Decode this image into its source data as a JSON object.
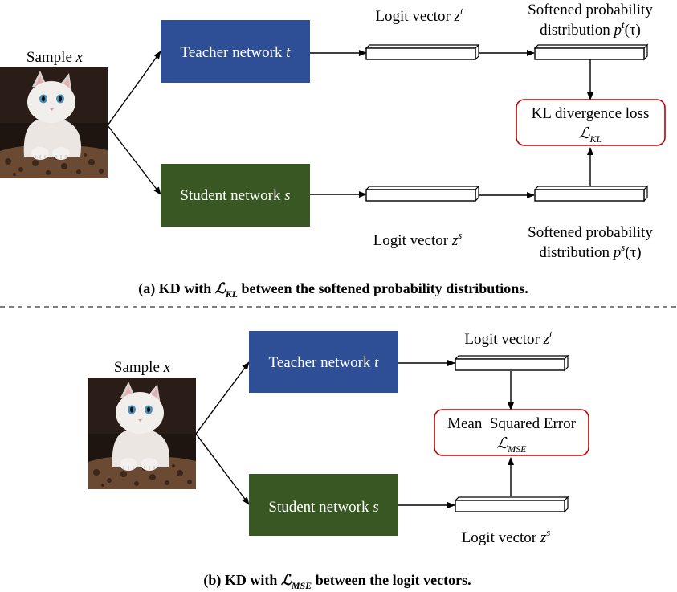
{
  "colors": {
    "teacher": "#2e4f96",
    "student": "#385723",
    "loss_border": "#c00000",
    "line": "#000000"
  },
  "panel_a": {
    "sample_label": "Sample",
    "sample_var": "x",
    "image_icon": "kitten-photo",
    "teacher_label": "Teacher network",
    "teacher_var": "t",
    "student_label": "Student network",
    "student_var": "s",
    "teacher_logit_label": "Logit vector",
    "teacher_logit_var": "z",
    "teacher_logit_sup": "t",
    "student_logit_label": "Logit vector",
    "student_logit_var": "z",
    "student_logit_sup": "s",
    "teacher_soft_line1": "Softened probability",
    "teacher_soft_line2": "distribution",
    "teacher_soft_var": "p",
    "teacher_soft_sup": "t",
    "teacher_soft_arg": "(τ)",
    "student_soft_line1": "Softened probability",
    "student_soft_line2": "distribution",
    "student_soft_var": "p",
    "student_soft_sup": "s",
    "student_soft_arg": "(τ)",
    "loss_line1": "KL divergence loss",
    "loss_symbol": "ℒ",
    "loss_sub": "KL",
    "caption_pre": "(a) KD with",
    "caption_symbol": "ℒ",
    "caption_sub": "KL",
    "caption_post": "between the softened probability distributions."
  },
  "panel_b": {
    "sample_label": "Sample",
    "sample_var": "x",
    "image_icon": "kitten-photo",
    "teacher_label": "Teacher network",
    "teacher_var": "t",
    "student_label": "Student network",
    "student_var": "s",
    "teacher_logit_label": "Logit vector",
    "teacher_logit_var": "z",
    "teacher_logit_sup": "t",
    "student_logit_label": "Logit vector",
    "student_logit_var": "z",
    "student_logit_sup": "s",
    "loss_line1": "Mean  Squared Error",
    "loss_symbol": "ℒ",
    "loss_sub": "MSE",
    "caption_pre": "(b) KD with",
    "caption_symbol": "ℒ",
    "caption_sub": "MSE",
    "caption_post": "between the logit vectors."
  }
}
